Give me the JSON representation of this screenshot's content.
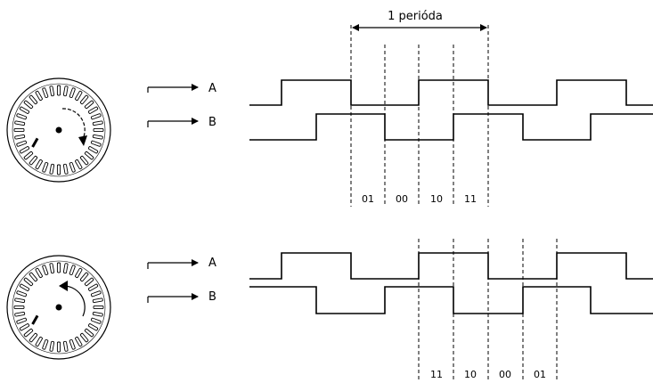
{
  "period_label": "1 perióda",
  "channels": [
    "A",
    "B"
  ],
  "rotation_1": {
    "direction": "clockwise",
    "codes": [
      "01",
      "00",
      "10",
      "11"
    ]
  },
  "rotation_2": {
    "direction": "counter-clockwise",
    "codes": [
      "11",
      "10",
      "00",
      "01"
    ]
  }
}
